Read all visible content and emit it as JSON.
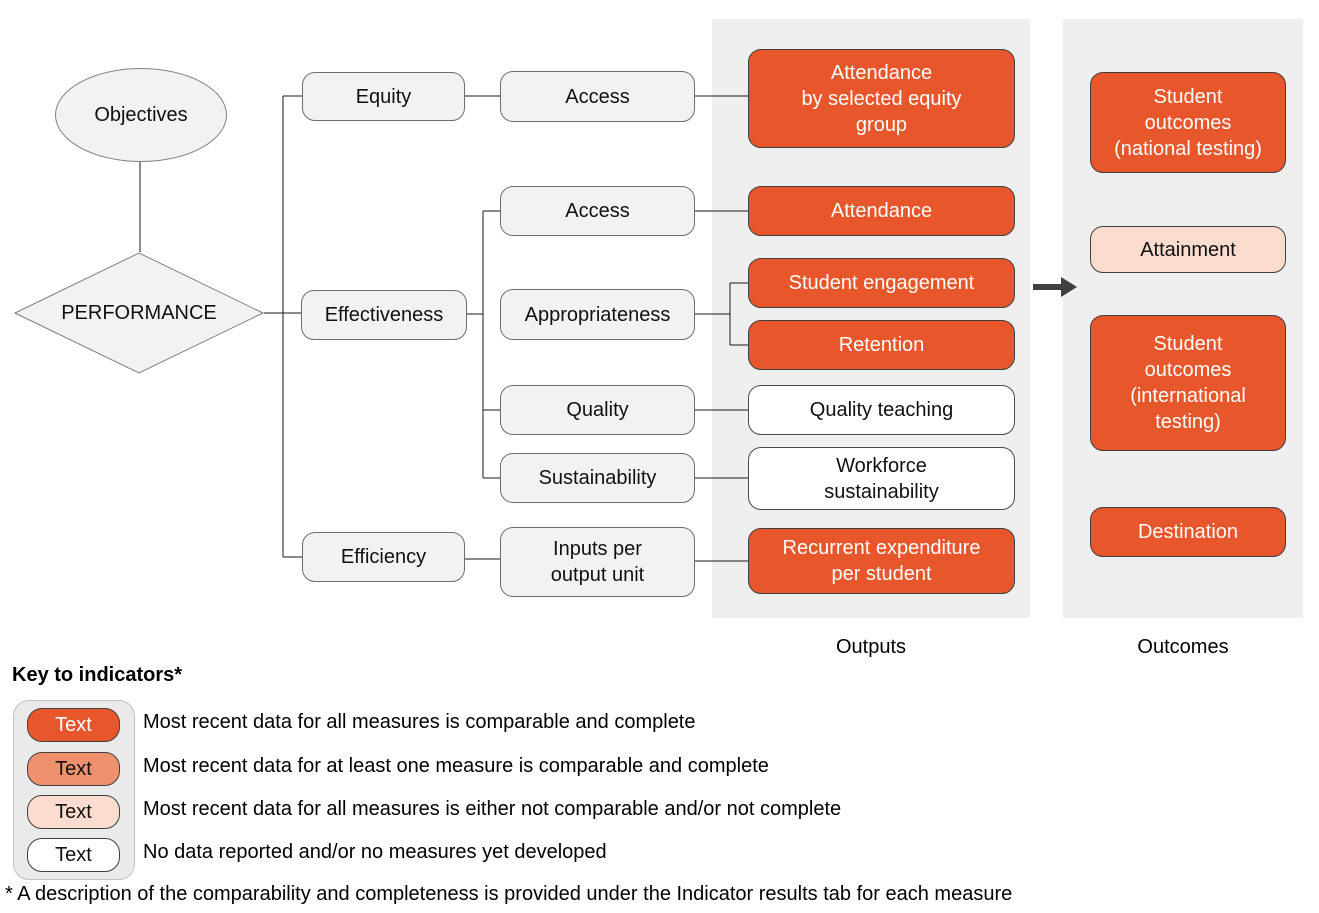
{
  "colors": {
    "solid": "#E8562B",
    "partial": "#F0916E",
    "low": "#FBDCCE",
    "none": "#FFFFFF",
    "band": "#F0EFEF",
    "box_gray": "#F2F2F2",
    "arrow": "#404040"
  },
  "diagram": {
    "objectives_label": "Objectives",
    "performance_label": "PERFORMANCE",
    "criteria": {
      "equity": "Equity",
      "effectiveness": "Effectiveness",
      "efficiency": "Efficiency"
    },
    "subcriteria": {
      "access_equity": "Access",
      "access": "Access",
      "appropriateness": "Appropriateness",
      "quality": "Quality",
      "sustainability": "Sustainability",
      "inputs_per_output_unit": "Inputs per\noutput unit"
    },
    "outputs": {
      "attendance_equity": "Attendance\nby selected equity\ngroup",
      "attendance": "Attendance",
      "student_engagement": "Student engagement",
      "retention": "Retention",
      "quality_teaching": "Quality teaching",
      "workforce_sustainability": "Workforce\nsustainability",
      "recurrent_expenditure": "Recurrent expenditure\nper student"
    },
    "outcomes": {
      "national_testing": "Student\noutcomes\n(national testing)",
      "attainment": "Attainment",
      "international_testing": "Student\noutcomes\n(international\ntesting)",
      "destination": "Destination"
    },
    "outputs_label": "Outputs",
    "outcomes_label": "Outcomes"
  },
  "key": {
    "heading": "Key to indicators*",
    "swatch_label": "Text",
    "items": [
      {
        "level": "all-comparable-complete",
        "description": "Most recent data for all measures is comparable and complete"
      },
      {
        "level": "one-comparable-complete",
        "description": "Most recent data for at least one measure is comparable and complete"
      },
      {
        "level": "not-comparable-or-complete",
        "description": "Most recent data for all measures is either not comparable and/or not complete"
      },
      {
        "level": "no-data",
        "description": "No data reported and/or no measures yet developed"
      }
    ],
    "footnote": "* A description of the comparability and completeness is provided under the Indicator results tab for each measure"
  }
}
